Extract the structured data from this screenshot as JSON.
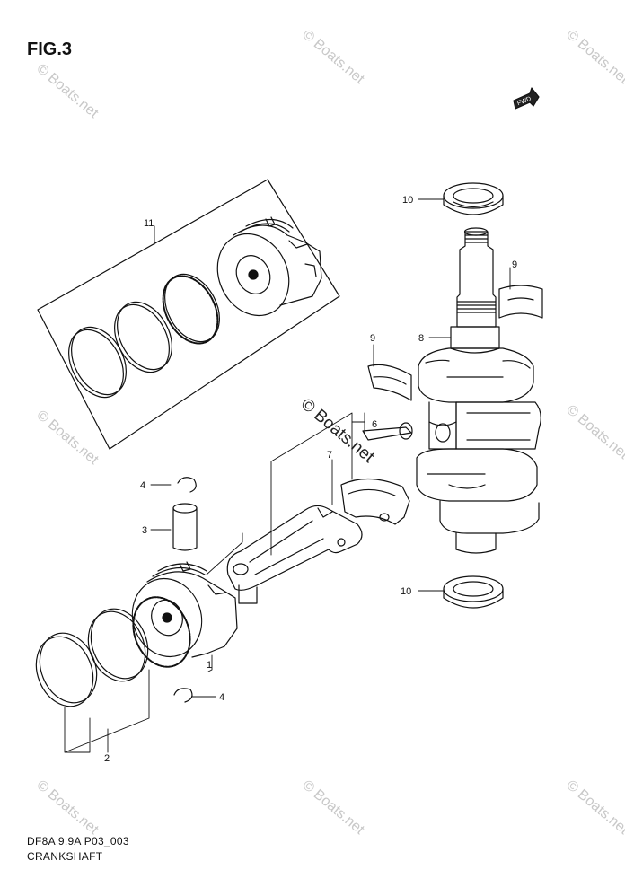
{
  "figure": {
    "title": "FIG.3",
    "diagram_code": "DF8A 9.9A P03_003",
    "caption": "CRANKSHAFT",
    "fwd_label": "FWD"
  },
  "watermark": {
    "text": "© Boats.net"
  },
  "callouts": [
    {
      "id": "c11",
      "label": "11"
    },
    {
      "id": "c10a",
      "label": "10"
    },
    {
      "id": "c9a",
      "label": "9"
    },
    {
      "id": "c8",
      "label": "8"
    },
    {
      "id": "c9b",
      "label": "9"
    },
    {
      "id": "c6",
      "label": "6"
    },
    {
      "id": "c7",
      "label": "7"
    },
    {
      "id": "c4a",
      "label": "4"
    },
    {
      "id": "c3",
      "label": "3"
    },
    {
      "id": "c1",
      "label": "1"
    },
    {
      "id": "c4b",
      "label": "4"
    },
    {
      "id": "c2",
      "label": "2"
    },
    {
      "id": "c10b",
      "label": "10"
    }
  ]
}
